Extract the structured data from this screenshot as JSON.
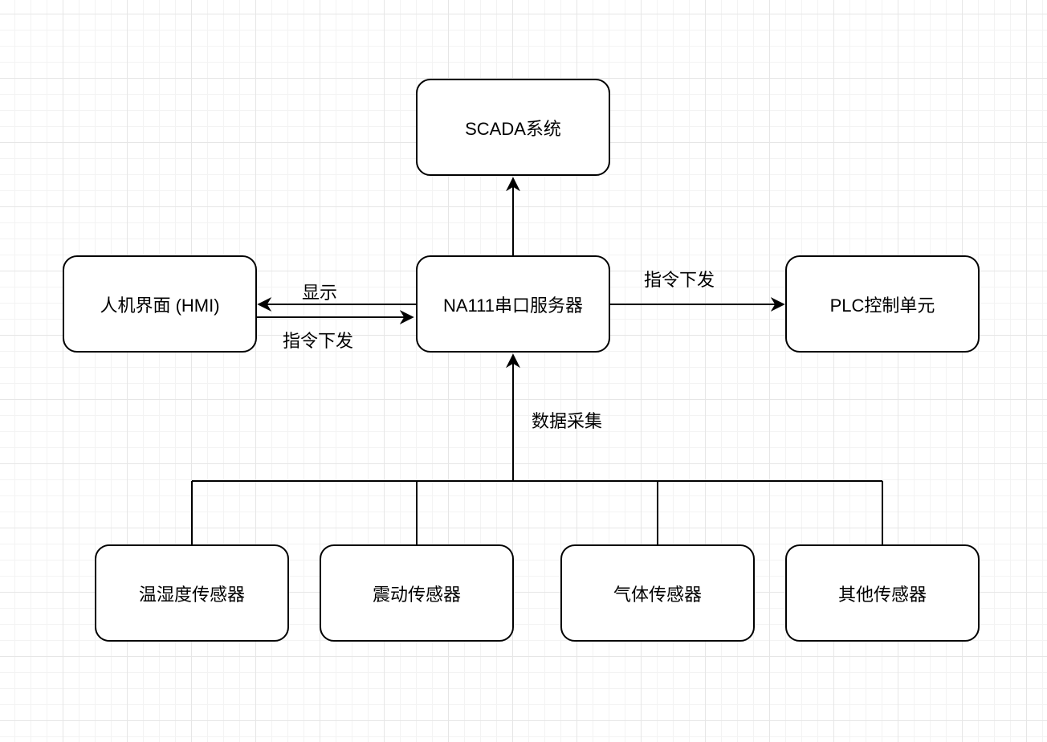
{
  "nodes": {
    "scada": "SCADA系统",
    "hmi": "人机界面 (HMI)",
    "server": "NA111串口服务器",
    "plc": "PLC控制单元",
    "temp_humidity": "温湿度传感器",
    "vibration": "震动传感器",
    "gas": "气体传感器",
    "other": "其他传感器"
  },
  "edges": {
    "display": "显示",
    "cmd_to_server": "指令下发",
    "cmd_to_plc": "指令下发",
    "data_collect": "数据采集"
  },
  "colors": {
    "stroke": "#000000",
    "background": "#ffffff",
    "grid": "#e6e6e6"
  }
}
